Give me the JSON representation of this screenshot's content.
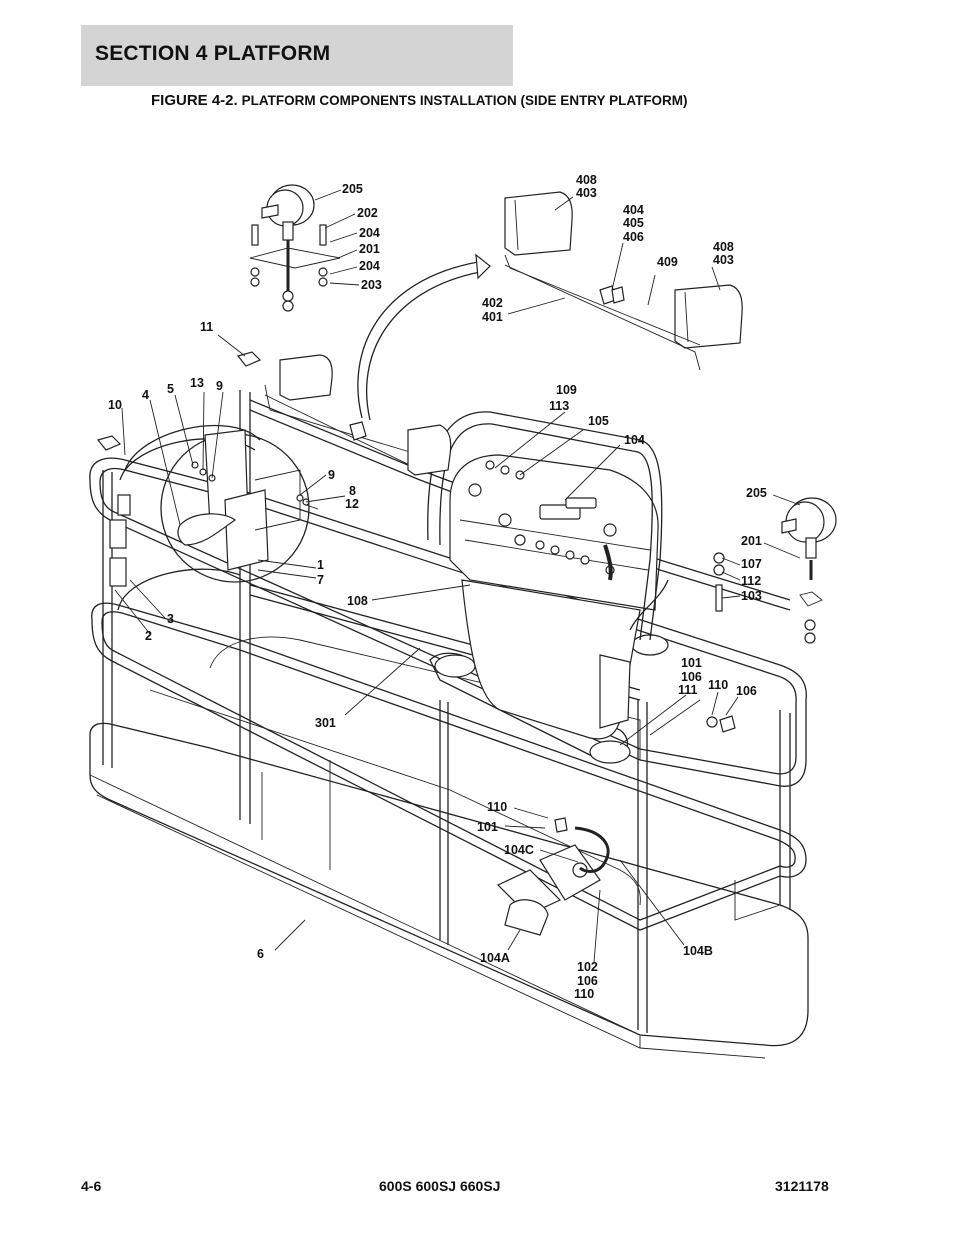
{
  "header": {
    "section_title": "SECTION 4   PLATFORM",
    "figure_number": "FIGURE 4-2.",
    "figure_title": "PLATFORM COMPONENTS INSTALLATION (SIDE ENTRY PLATFORM)"
  },
  "callouts": {
    "c205a": "205",
    "c202": "202",
    "c204a": "204",
    "c201a": "201",
    "c204b": "204",
    "c203": "203",
    "c408a": "408",
    "c403a": "403",
    "c404": "404",
    "c405": "405",
    "c406": "406",
    "c409": "409",
    "c408b": "408",
    "c403b": "403",
    "c402": "402",
    "c401": "401",
    "c11": "11",
    "c10": "10",
    "c4": "4",
    "c5": "5",
    "c13": "13",
    "c9a": "9",
    "c9b": "9",
    "c8": "8",
    "c12": "12",
    "c1": "1",
    "c7": "7",
    "c3": "3",
    "c2": "2",
    "c108": "108",
    "c109": "109",
    "c113": "113",
    "c105": "105",
    "c104": "104",
    "c205b": "205",
    "c201b": "201",
    "c107": "107",
    "c112": "112",
    "c103": "103",
    "c101a": "101",
    "c106a": "106",
    "c111": "111",
    "c110a": "110",
    "c106b": "106",
    "c301": "301",
    "c110b": "110",
    "c101b": "101",
    "c104c": "104C",
    "c104b": "104B",
    "c104a": "104A",
    "c102": "102",
    "c106c": "106",
    "c110c": "110",
    "c6": "6"
  },
  "footer": {
    "page_number": "4-6",
    "models": "600S 600SJ 660SJ",
    "doc_number": "3121178"
  }
}
